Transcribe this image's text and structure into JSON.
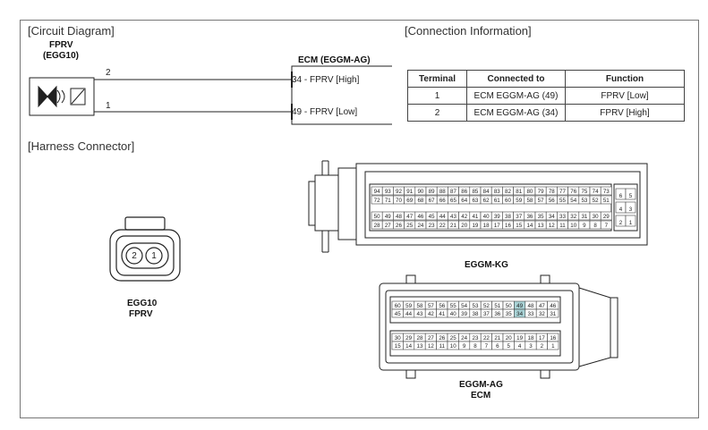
{
  "sections": {
    "circuit": "[Circuit Diagram]",
    "connection": "[Connection Information]",
    "harness": "[Harness Connector]"
  },
  "fprv": {
    "name": "FPRV",
    "code": "(EGG10)",
    "pin_top": "2",
    "pin_bottom": "1"
  },
  "ecm": {
    "title": "ECM (EGGM-AG)",
    "pin_high": "34 - FPRV [High]",
    "pin_low": "49 - FPRV [Low]"
  },
  "table": {
    "headers": [
      "Terminal",
      "Connected to",
      "Function"
    ],
    "rows": [
      [
        "1",
        "ECM EGGM-AG (49)",
        "FPRV [Low]"
      ],
      [
        "2",
        "ECM EGGM-AG (34)",
        "FPRV [High]"
      ]
    ]
  },
  "harness": {
    "fprv_connector": {
      "pins": [
        "2",
        "1"
      ],
      "label1": "EGG10",
      "label2": "FPRV"
    },
    "kg": {
      "label": "EGGM-KG",
      "rows": [
        [
          "94",
          "93",
          "92",
          "91",
          "90",
          "89",
          "88",
          "87",
          "86",
          "85",
          "84",
          "83",
          "82",
          "81",
          "80",
          "79",
          "78",
          "77",
          "76",
          "75",
          "74",
          "73"
        ],
        [
          "72",
          "71",
          "70",
          "69",
          "68",
          "67",
          "66",
          "65",
          "64",
          "63",
          "62",
          "61",
          "60",
          "59",
          "58",
          "57",
          "56",
          "55",
          "54",
          "53",
          "52",
          "51"
        ],
        [
          "50",
          "49",
          "48",
          "47",
          "46",
          "45",
          "44",
          "43",
          "42",
          "41",
          "40",
          "39",
          "38",
          "37",
          "36",
          "35",
          "34",
          "33",
          "32",
          "31",
          "30",
          "29"
        ],
        [
          "28",
          "27",
          "26",
          "25",
          "24",
          "23",
          "22",
          "21",
          "20",
          "19",
          "18",
          "17",
          "16",
          "15",
          "14",
          "13",
          "12",
          "11",
          "10",
          "9",
          "8",
          "7"
        ]
      ],
      "side_pins": [
        [
          "6",
          "5"
        ],
        [
          "4",
          "3"
        ],
        [
          "2",
          "1"
        ]
      ]
    },
    "ag": {
      "label1": "EGGM-AG",
      "label2": "ECM",
      "rows": [
        [
          "60",
          "59",
          "58",
          "57",
          "56",
          "55",
          "54",
          "53",
          "52",
          "51",
          "50",
          "49",
          "48",
          "47",
          "46"
        ],
        [
          "45",
          "44",
          "43",
          "42",
          "41",
          "40",
          "39",
          "38",
          "37",
          "36",
          "35",
          "34",
          "33",
          "32",
          "31"
        ],
        [
          "30",
          "29",
          "28",
          "27",
          "26",
          "25",
          "24",
          "23",
          "22",
          "21",
          "20",
          "19",
          "18",
          "17",
          "16"
        ],
        [
          "15",
          "14",
          "13",
          "12",
          "11",
          "10",
          "9",
          "8",
          "7",
          "6",
          "5",
          "4",
          "3",
          "2",
          "1"
        ]
      ],
      "highlight": [
        "49",
        "34"
      ],
      "highlight_color": "#a9d3d6"
    }
  }
}
